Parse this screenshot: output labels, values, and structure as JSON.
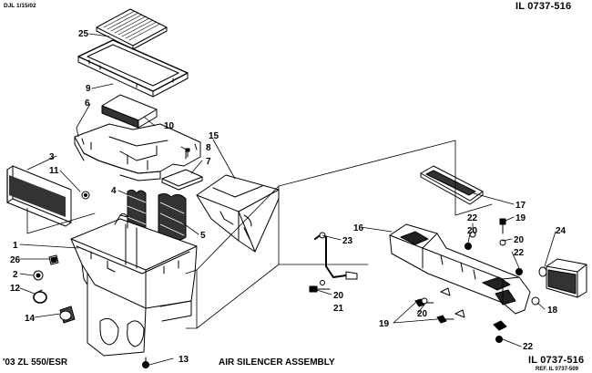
{
  "header": {
    "date_code": "DJL 1/15/02",
    "illustration_id_top": "IL 0737-516",
    "illustration_id_bottom": "IL 0737-516",
    "reference": "REF. IL 0737-509"
  },
  "footer": {
    "model": "'03 ZL 550/ESR",
    "title": "AIR SILENCER ASSEMBLY"
  },
  "callouts": {
    "c25": "25",
    "c9": "9",
    "c6": "6",
    "c10": "10",
    "c15": "15",
    "c8": "8",
    "c7": "7",
    "c3": "3",
    "c11": "11",
    "c4": "4",
    "c5": "5",
    "c1": "1",
    "c26": "26",
    "c2": "2",
    "c12": "12",
    "c14": "14",
    "c13": "13",
    "c17": "17",
    "c22a": "22",
    "c19a": "19",
    "c16": "16",
    "c20a": "20",
    "c24": "24",
    "c23": "23",
    "c20b": "20",
    "c22b": "22",
    "c20c": "20",
    "c21": "21",
    "c18": "18",
    "c20d": "20",
    "c19b": "19",
    "c22c": "22"
  }
}
